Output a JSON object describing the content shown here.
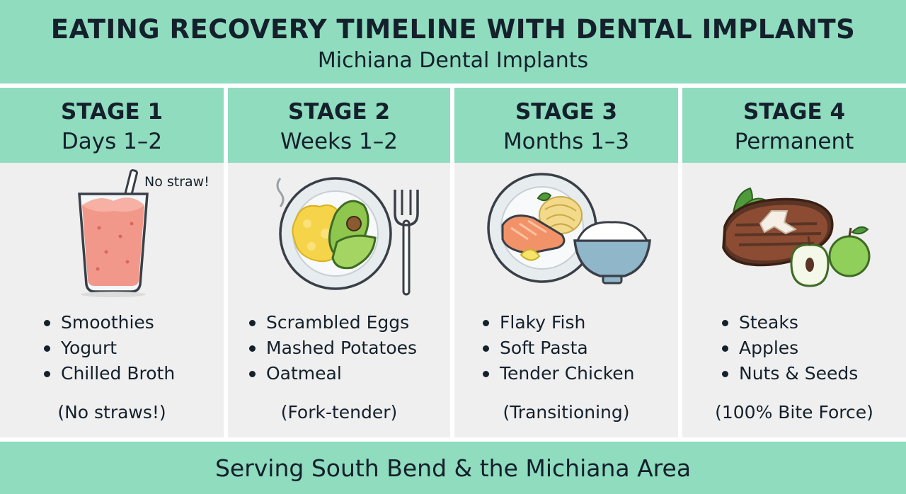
{
  "header": {
    "title": "EATING RECOVERY TIMELINE WITH DENTAL IMPLANTS",
    "subtitle": "Michiana Dental Implants"
  },
  "stages": [
    {
      "label": "STAGE 1",
      "period": "Days 1–2",
      "illustration": "smoothie-glass-icon",
      "callout": "No straw!",
      "foods": [
        "Smoothies",
        "Yogurt",
        "Chilled Broth"
      ],
      "note": "(No straws!)"
    },
    {
      "label": "STAGE 2",
      "period": "Weeks 1–2",
      "illustration": "eggs-avocado-plate-icon",
      "foods": [
        "Scrambled Eggs",
        "Mashed Potatoes",
        "Oatmeal"
      ],
      "note": "(Fork-tender)"
    },
    {
      "label": "STAGE 3",
      "period": "Months 1–3",
      "illustration": "salmon-pasta-rice-icon",
      "foods": [
        "Flaky Fish",
        "Soft Pasta",
        "Tender Chicken"
      ],
      "note": "(Transitioning)"
    },
    {
      "label": "STAGE 4",
      "period": "Permanent",
      "illustration": "steak-apples-icon",
      "foods": [
        "Steaks",
        "Apples",
        "Nuts & Seeds"
      ],
      "note": "(100% Bite Force)"
    }
  ],
  "footer": {
    "text": "Serving South Bend & the Michiana Area"
  },
  "colors": {
    "accent_green": "#8fdcbf",
    "panel_gray": "#efefef",
    "text_dark": "#14202b"
  }
}
